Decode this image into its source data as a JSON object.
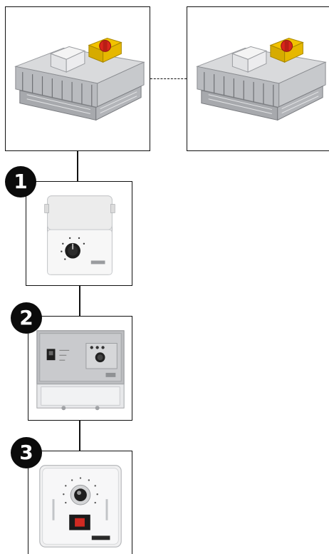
{
  "steps": [
    {
      "number": "1"
    },
    {
      "number": "2"
    },
    {
      "number": "3"
    }
  ],
  "devices": {
    "heater_unit": {
      "icon": "electric-air-heater-icon"
    },
    "heater_unit_secondary": {
      "icon": "electric-air-heater-icon"
    },
    "controller_1": {
      "icon": "rotary-speed-controller-icon"
    },
    "controller_2": {
      "icon": "panel-controller-icon"
    },
    "controller_3": {
      "icon": "wall-dial-switch-icon"
    }
  },
  "colors": {
    "line": "#111111",
    "badge": "#0b0b0b",
    "switch_red": "#d9261c",
    "switch_yellow": "#f2c200"
  }
}
